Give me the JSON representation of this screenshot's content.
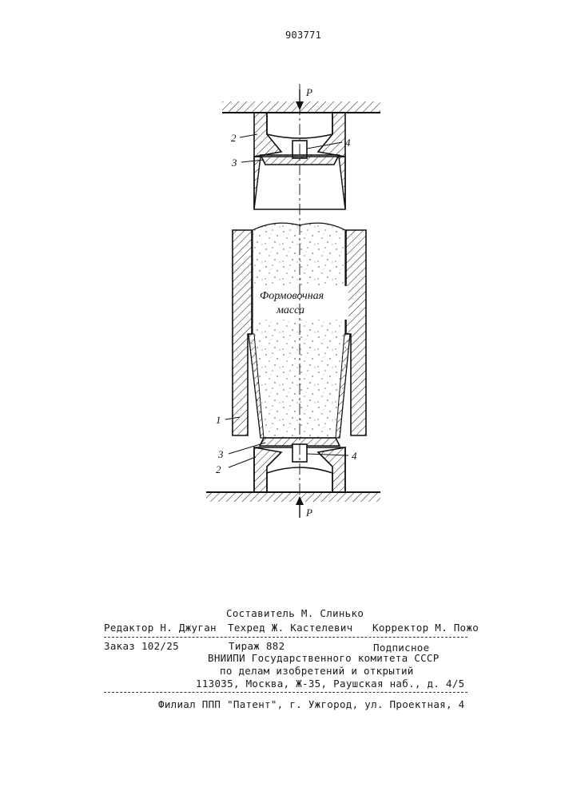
{
  "header": {
    "patent_number": "903771"
  },
  "figure": {
    "force_top": "P",
    "force_bottom": "P",
    "material_label_line1": "Формовочная",
    "material_label_line2": "масса",
    "labels": {
      "top_2": "2",
      "top_3": "3",
      "top_4": "4",
      "mid_1": "1",
      "bot_3": "3",
      "bot_2": "2",
      "bot_4": "4"
    }
  },
  "imprint": {
    "compiler": "Составитель М. Слинько",
    "editor": "Редактор Н. Джуган",
    "techred": "Техред Ж. Кастелевич",
    "corrector": "Корректор М. Пожо",
    "order": "Заказ 102/25",
    "circulation": "Тираж 882",
    "subscription": "Подписное",
    "org_line1": "ВНИИПИ Государственного комитета СССР",
    "org_line2": "по делам изобретений и открытий",
    "address": "113035, Москва, Ж-35, Раушская наб., д. 4/5",
    "branch": "Филиал ППП \"Патент\", г. Ужгород, ул. Проектная, 4"
  }
}
